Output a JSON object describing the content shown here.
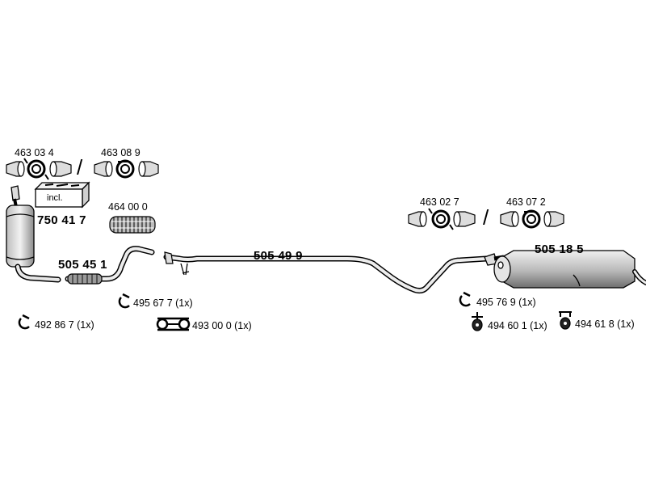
{
  "labels": {
    "kit_a_1": "463 03 4",
    "kit_a_2": "463 08 9",
    "kit_b_1": "463 02 7",
    "kit_b_2": "463 07 2",
    "catalyst": "750 41 7",
    "incl": "incl.",
    "flex": "464 00 0",
    "front_pipe": "505 45 1",
    "middle_pipe": "505 49 9",
    "rear_silencer": "505 18 5",
    "clamp_1": "495 67 7 (1x)",
    "clamp_2": "492 86 7 (1x)",
    "gasket": "493 00 0 (1x)",
    "clamp_3": "495 76 9 (1x)",
    "rubber_1": "494 60 1 (1x)",
    "rubber_2": "494 61 8 (1x)",
    "slash": "/"
  },
  "colors": {
    "ink": "#000000",
    "part_fill": "#d9d9d9",
    "dark_fill": "#9a9a9a"
  }
}
